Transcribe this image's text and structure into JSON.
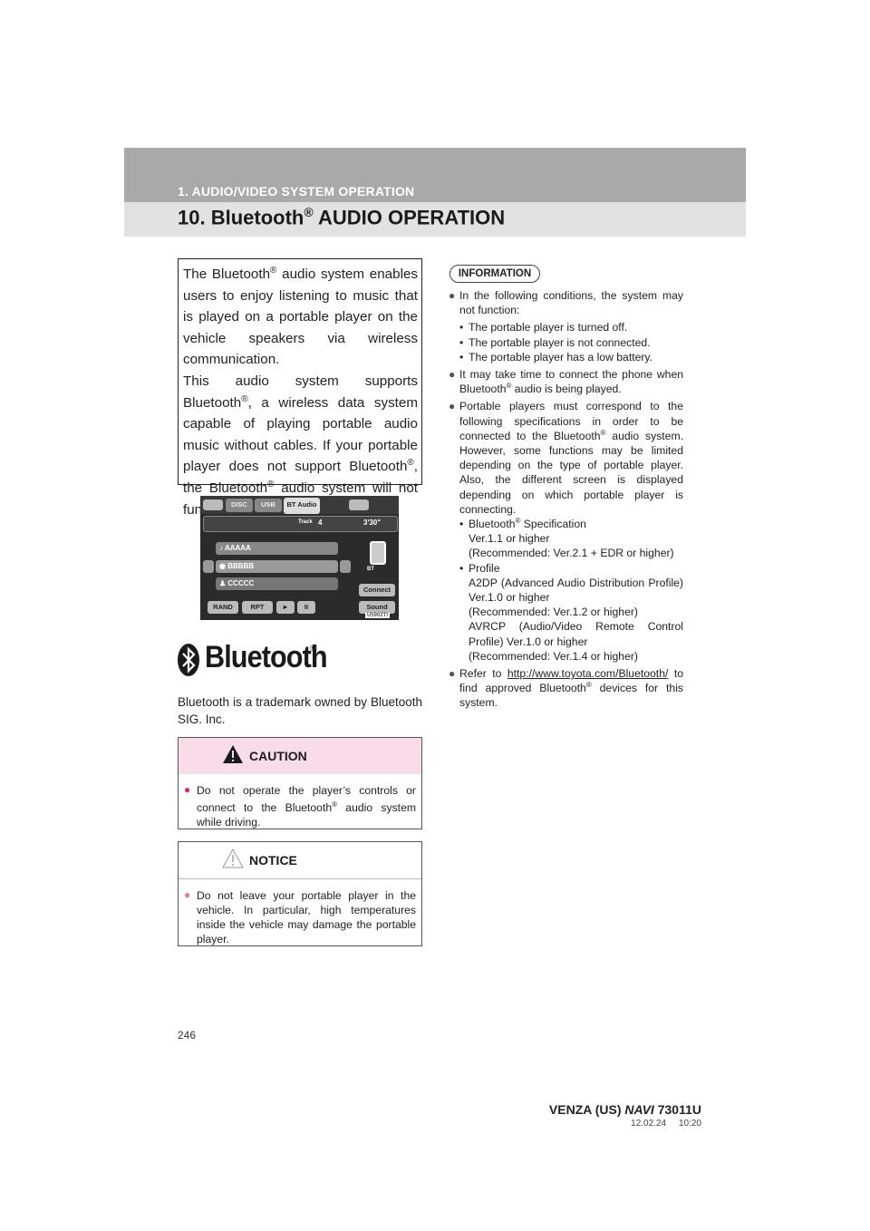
{
  "header": {
    "section": "1. AUDIO/VIDEO SYSTEM OPERATION",
    "title_pre": "10. Bluetooth",
    "title_reg": "®",
    "title_post": " AUDIO OPERATION"
  },
  "intro": {
    "p1_a": "The Bluetooth",
    "p1_b": " audio system enables users to enjoy listening to music that is played on a portable player on the vehicle speakers via wireless communication.",
    "p2_a": "This audio system supports Bluetooth",
    "p2_b": ", a wireless data system capable of playing portable audio music without cables. If your portable player does not support Bluetooth",
    "p2_c": ", the Bluetooth",
    "p2_d": " audio system will not function.",
    "reg": "®"
  },
  "screen": {
    "tabs": [
      "DISC",
      "USB",
      "BT Audio"
    ],
    "track_label": "Track",
    "track_num": "4",
    "time": "3'30\"",
    "rows": [
      "AAAAA",
      "BBBBB",
      "CCCCC"
    ],
    "buttons": [
      "RAND",
      "RPT",
      "►",
      "II"
    ],
    "side_buttons": [
      "Connect",
      "Sound"
    ],
    "bt_label": "BT",
    "code": "U5902TI"
  },
  "logo": {
    "word": "Bluetooth",
    "reg": "®"
  },
  "trademark": "Bluetooth is a trademark owned by Bluetooth SIG. Inc.",
  "caution": {
    "label": "CAUTION",
    "text_a": "Do not operate the player’s controls or connect to the Bluetooth",
    "text_b": " audio system while driving.",
    "reg": "®",
    "bullet": "●"
  },
  "notice": {
    "label": "NOTICE",
    "text": "Do not leave your portable player in the vehicle. In particular, high temperatures inside the vehicle may damage the portable player.",
    "bullet": "●"
  },
  "information": {
    "label": "INFORMATION",
    "bullet": "●",
    "subbullet": "•",
    "reg": "®",
    "item1": "In the following conditions, the system may not function:",
    "item1_subs": [
      "The portable player is turned off.",
      "The portable player is not connected.",
      "The portable player has a low battery."
    ],
    "item2_a": "It may take time to connect the phone when Bluetooth",
    "item2_b": " audio is being played.",
    "item3_a": "Portable players must correspond to the following specifications in order to be connected to the Bluetooth",
    "item3_b": " audio system. However, some functions may be limited depending on the type of portable player. Also, the different screen is displayed depending on which portable player is connecting.",
    "spec1_a": "Bluetooth",
    "spec1_b": " Specification",
    "spec1_lines": [
      "Ver.1.1 or higher",
      "(Recommended: Ver.2.1 + EDR or higher)"
    ],
    "spec2": "Profile",
    "spec2_lines": [
      "A2DP (Advanced Audio Distribution Profile) Ver.1.0 or higher",
      "(Recommended: Ver.1.2 or higher)",
      "AVRCP (Audio/Video Remote Control Profile) Ver.1.0 or higher",
      "(Recommended: Ver.1.4 or higher)"
    ],
    "item4_a": "Refer to ",
    "item4_url": "http://www.toyota.com/Bluetooth/",
    "item4_b": " to find approved Bluetooth",
    "item4_c": " devices for this system."
  },
  "footer": {
    "page": "246",
    "model": "VENZA (US)",
    "navi": "NAVI",
    "code": "73011U",
    "date": "12.02.24     10:20"
  }
}
